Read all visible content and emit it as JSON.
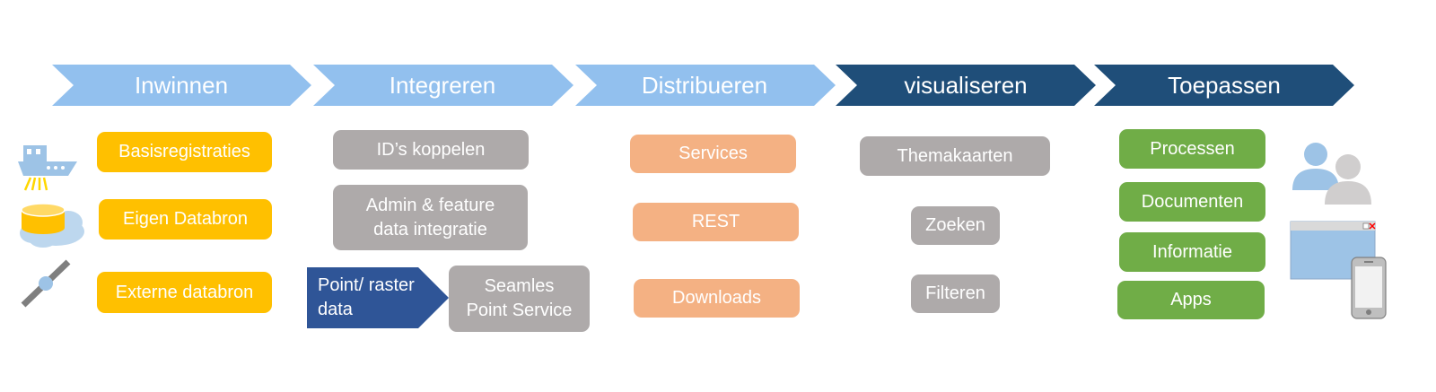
{
  "stages": [
    {
      "label": "Inwinnen",
      "color": "#92c0ee"
    },
    {
      "label": "Integreren",
      "color": "#92c0ee"
    },
    {
      "label": "Distribueren",
      "color": "#92c0ee"
    },
    {
      "label": "visualiseren",
      "color": "#1f4e79"
    },
    {
      "label": "Toepassen",
      "color": "#1f4e79"
    }
  ],
  "inwinnen": {
    "items": [
      "Basisregistraties",
      "Eigen Databron",
      "Externe databron"
    ],
    "icons": [
      "ship-icon",
      "database-cloud-icon",
      "satellite-icon"
    ]
  },
  "integreren": {
    "id_koppelen": "ID’s koppelen",
    "admin_line1": "Admin & feature",
    "admin_line2": "data integratie",
    "point_line1": "Point/ raster",
    "point_line2": "data",
    "seamles_line1": "Seamles",
    "seamles_line2": "Point Service"
  },
  "distribueren": {
    "items": [
      "Services",
      "REST",
      "Downloads"
    ]
  },
  "visualiseren": {
    "items": [
      "Themakaarten",
      "Zoeken",
      "Filteren"
    ]
  },
  "toepassen": {
    "items": [
      "Processen",
      "Documenten",
      "Informatie",
      "Apps"
    ],
    "icons": [
      "users-icon",
      "browser-window-icon",
      "smartphone-icon"
    ]
  },
  "colors": {
    "light_chevron": "#92c0ee",
    "dark_chevron": "#1f4e79",
    "point_arrow": "#2f5597",
    "yellow": "#ffc000",
    "grey": "#aeaaaa",
    "salmon": "#f4b183",
    "green": "#70ad47"
  }
}
